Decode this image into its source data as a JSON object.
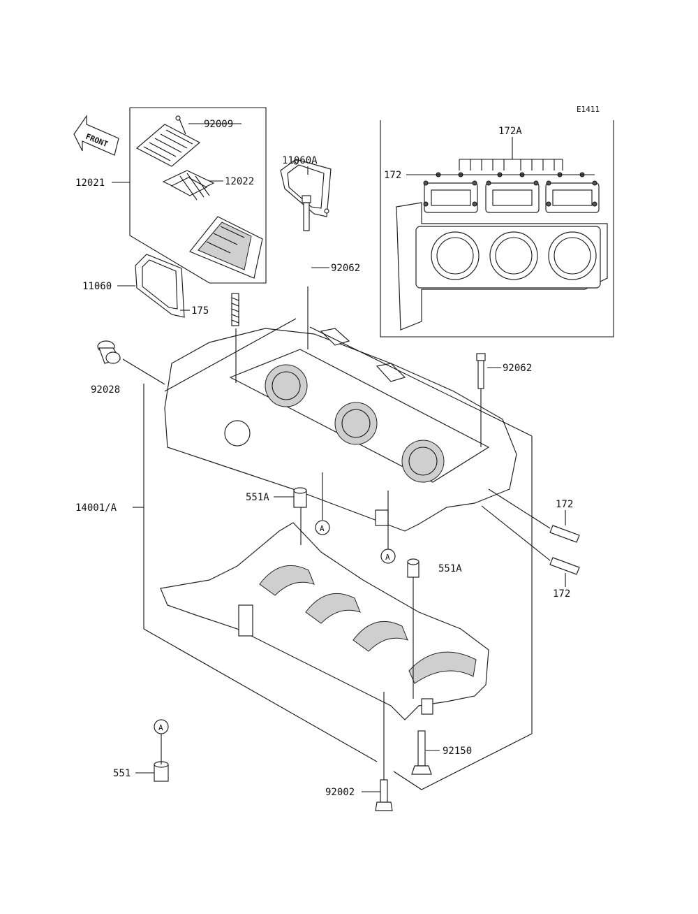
{
  "diagram_code": "E1411",
  "front_arrow_label": "FRONT",
  "callout_letter": "A",
  "parts": {
    "p92009": "92009",
    "p12022": "12022",
    "p12021": "12021",
    "p11060A": "11060A",
    "p11060": "11060",
    "p175": "175",
    "p92062_top": "92062",
    "p92062_right": "92062",
    "p92028": "92028",
    "p172A": "172A",
    "p172_inset": "172",
    "p172_upper": "172",
    "p172_lower": "172",
    "p551A_left": "551A",
    "p551A_right": "551A",
    "p14001A": "14001/A",
    "p92150": "92150",
    "p551": "551",
    "p92002": "92002"
  }
}
